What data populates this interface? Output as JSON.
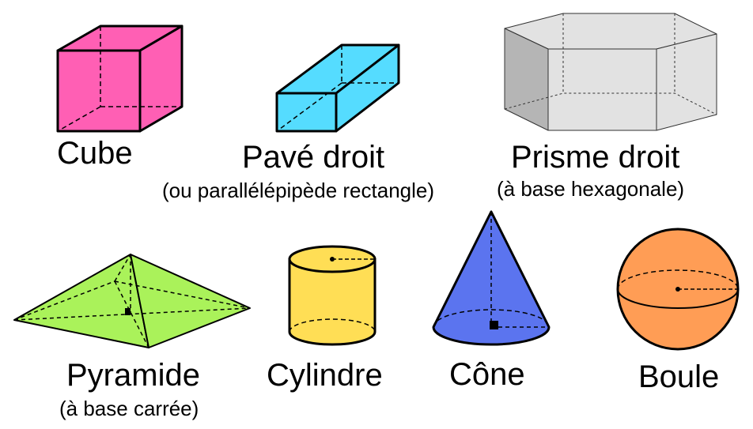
{
  "colors": {
    "cube": "#ff5fb4",
    "pave": "#55dcff",
    "prism_front": "#e2e2e2",
    "prism_left": "#b5b5b5",
    "pyramid": "#aaf25a",
    "cylinder": "#ffde55",
    "cone": "#5b74ef",
    "sphere": "#ff9d55"
  },
  "labels": {
    "cube": "Cube",
    "pave": "Pavé droit",
    "pave_sub": "(ou parallélépipède rectangle)",
    "prism": "Prisme droit",
    "prism_sub": "(à base hexagonale)",
    "pyramid": "Pyramide",
    "pyramid_sub": "(à base carrée)",
    "cylinder": "Cylindre",
    "cone": "Cône",
    "sphere": "Boule"
  }
}
